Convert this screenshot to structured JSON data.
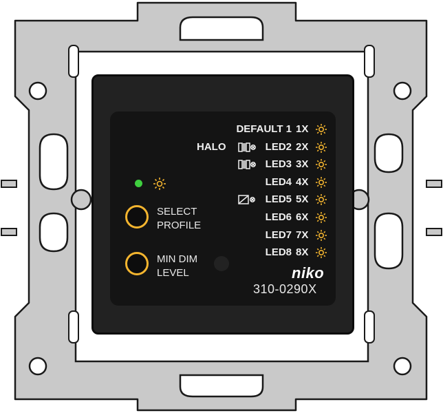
{
  "brand": "niko",
  "model_number": "310-0290X",
  "profile_column_headers": {
    "halo": "HALO"
  },
  "profiles": [
    {
      "label": "DEFAULT",
      "number": "1",
      "code": "1X",
      "icon": "none"
    },
    {
      "label": "LED2",
      "number": "",
      "code": "2X",
      "icon": "halogen-transformer-icon"
    },
    {
      "label": "LED3",
      "number": "",
      "code": "3X",
      "icon": "halogen-transformer-icon"
    },
    {
      "label": "LED4",
      "number": "",
      "code": "4X",
      "icon": "none"
    },
    {
      "label": "LED5",
      "number": "",
      "code": "5X",
      "icon": "electronic-transformer-icon"
    },
    {
      "label": "LED6",
      "number": "",
      "code": "6X",
      "icon": "none"
    },
    {
      "label": "LED7",
      "number": "",
      "code": "7X",
      "icon": "none"
    },
    {
      "label": "LED8",
      "number": "",
      "code": "8X",
      "icon": "none"
    }
  ],
  "buttons": {
    "select_profile": {
      "line1": "SELECT",
      "line2": "PROFILE"
    },
    "min_dim_level": {
      "line1": "MIN DIM",
      "line2": "LEVEL"
    }
  },
  "indicator": {
    "status_color": "#3fcf3f",
    "icon": "sun-icon"
  },
  "colors": {
    "accent": "#f4b52f",
    "device_body": "#222222",
    "bracket": "#c9c9c9"
  }
}
